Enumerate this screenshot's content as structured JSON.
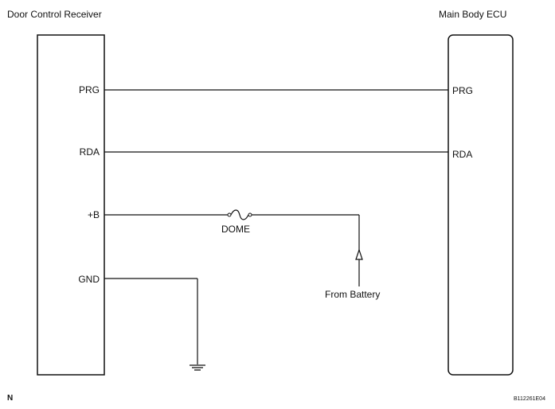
{
  "diagram": {
    "left_component": {
      "title": "Door Control Receiver",
      "pins": {
        "prg": "PRG",
        "rda": "RDA",
        "plus_b": "+B",
        "gnd": "GND"
      }
    },
    "right_component": {
      "title": "Main Body ECU",
      "pins": {
        "prg": "PRG",
        "rda": "RDA"
      }
    },
    "fuse": {
      "label": "DOME"
    },
    "battery": {
      "label": "From Battery"
    },
    "footer": {
      "code_left": "N",
      "code_right": "B112261E04"
    }
  }
}
